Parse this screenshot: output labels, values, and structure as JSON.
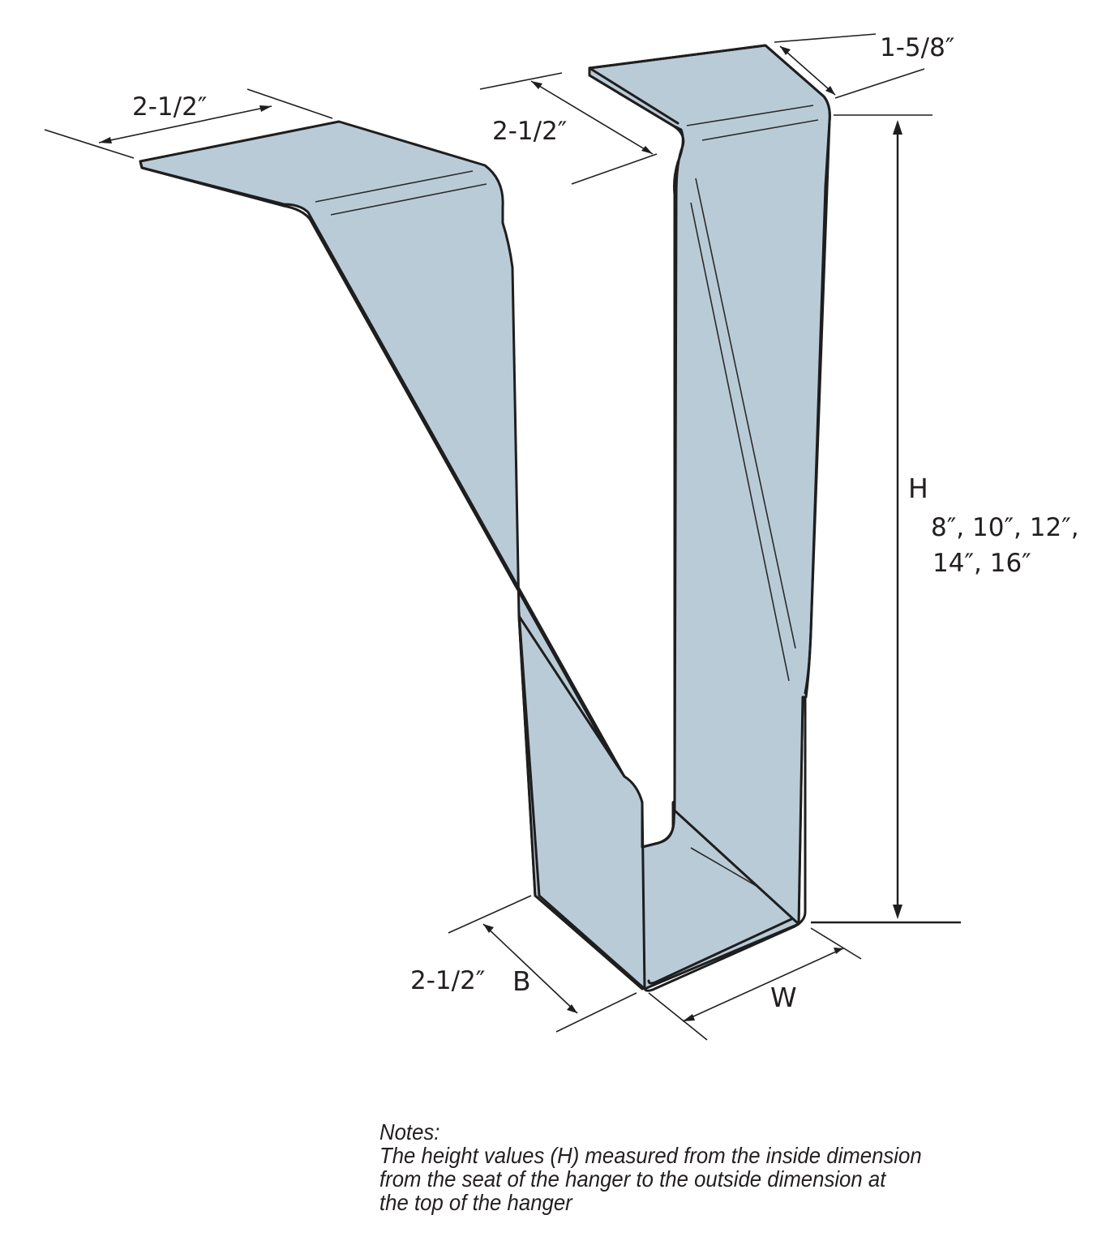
{
  "diagram": {
    "subject": "Top-flange joist hanger",
    "fill_color": "#bacbd8",
    "line_color": "#1e1e1e",
    "dimensions": {
      "left_top_flange_length": "2-1/2″",
      "right_top_flange_length": "2-1/2″",
      "top_flange_thickness": "1-5/8″",
      "height_label": "H",
      "height_values_line1": "8″, 10″, 12″,",
      "height_values_line2": "14″, 16″",
      "bearing_value": "2-1/2″",
      "bearing_label": "B",
      "width_label": "W"
    },
    "height_options": [
      "8″",
      "10″",
      "12″",
      "14″",
      "16″"
    ]
  },
  "notes": {
    "heading": "Notes:",
    "lines": [
      "The height values (H) measured from the inside dimension",
      "from the seat of the hanger to the outside dimension at",
      "the top of the hanger"
    ]
  }
}
